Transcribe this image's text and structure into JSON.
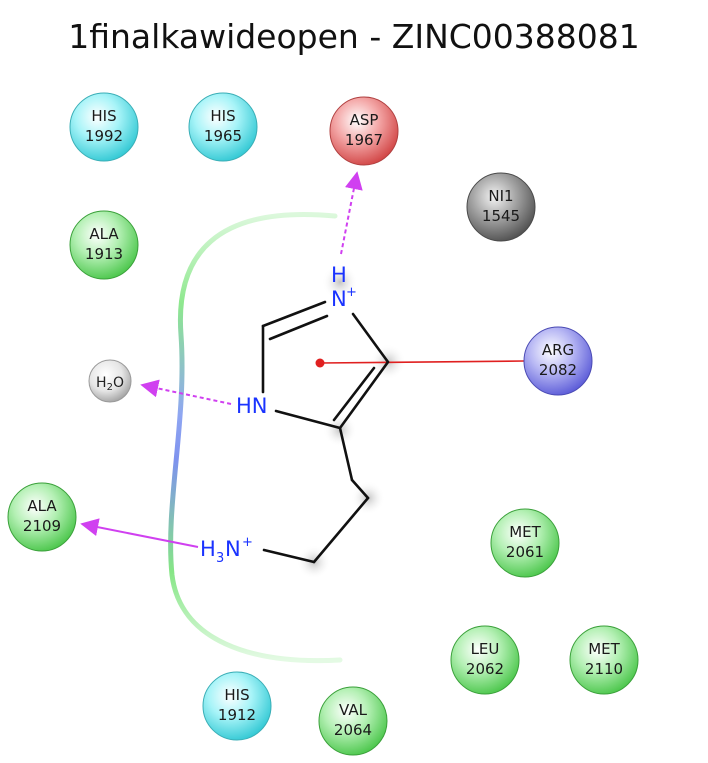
{
  "title": "1finalkawideopen - ZINC00388081",
  "residues": [
    {
      "name": "HIS",
      "number": "1992",
      "type": "his"
    },
    {
      "name": "HIS",
      "number": "1965",
      "type": "his"
    },
    {
      "name": "ASP",
      "number": "1967",
      "type": "negative"
    },
    {
      "name": "NI1",
      "number": "1545",
      "type": "metal"
    },
    {
      "name": "ALA",
      "number": "1913",
      "type": "hydrophobic"
    },
    {
      "name": "ARG",
      "number": "2082",
      "type": "positive"
    },
    {
      "name": "ALA",
      "number": "2109",
      "type": "hydrophobic"
    },
    {
      "name": "MET",
      "number": "2061",
      "type": "hydrophobic"
    },
    {
      "name": "LEU",
      "number": "2062",
      "type": "hydrophobic"
    },
    {
      "name": "MET",
      "number": "2110",
      "type": "hydrophobic"
    },
    {
      "name": "HIS",
      "number": "1912",
      "type": "his"
    },
    {
      "name": "VAL",
      "number": "2064",
      "type": "hydrophobic"
    }
  ],
  "water": {
    "label": "H",
    "sub": "2",
    "label_end": "O"
  },
  "ligand_atoms": {
    "nh_plus": {
      "h": "H",
      "n": "N",
      "charge": "+"
    },
    "hn": "HN",
    "ammonium": {
      "h": "H",
      "sub": "3",
      "n": "N",
      "charge": "+"
    }
  },
  "colors": {
    "his": "#5ce6f0",
    "negative": "#e86464",
    "metal": "#707070",
    "hydrophobic": "#6cdc6c",
    "positive": "#7a7ae8",
    "water": "#cfcfcf",
    "hbond": "#d040f0",
    "pication": "#e02020",
    "atom": "#1a33ff"
  }
}
